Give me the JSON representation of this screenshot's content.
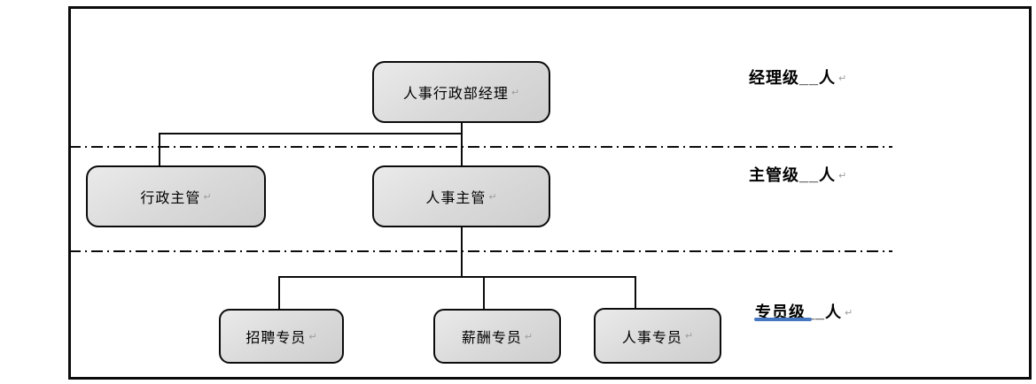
{
  "org_chart": {
    "nodes": [
      {
        "id": "manager",
        "label": "人事行政部经理",
        "mark": "↵"
      },
      {
        "id": "admin-supervisor",
        "label": "行政主管",
        "mark": "↵"
      },
      {
        "id": "hr-supervisor",
        "label": "人事主管",
        "mark": "↵"
      },
      {
        "id": "recruiting-specialist",
        "label": "招聘专员",
        "mark": "↵"
      },
      {
        "id": "compensation-specialist",
        "label": "薪酬专员",
        "mark": "↵"
      },
      {
        "id": "hr-specialist",
        "label": "人事专员",
        "mark": "↵"
      }
    ],
    "hierarchy": {
      "root": "人事行政部经理",
      "level2": [
        "行政主管",
        "人事主管"
      ],
      "level3_under": "人事主管",
      "level3": [
        "招聘专员",
        "薪酬专员",
        "人事专员"
      ]
    },
    "side_labels": [
      {
        "level": "经理级",
        "blank": "__",
        "suffix": "人",
        "mark": "↵"
      },
      {
        "level": "主管级",
        "blank": "__",
        "suffix": "人",
        "mark": "↵"
      },
      {
        "level": "专员级",
        "blank": "__",
        "suffix": "人",
        "mark": "↵"
      }
    ],
    "colors": {
      "node_fill_light": "#eaeaea",
      "node_fill_dark": "#cecece",
      "node_border": "#0b0b0b",
      "connector": "#0b0b0b",
      "divider": "#0b0b0b",
      "underline_blue": "#4577c1",
      "paragraph_mark": "#9e9e9e",
      "frame_border": "#0b0b0b"
    }
  }
}
